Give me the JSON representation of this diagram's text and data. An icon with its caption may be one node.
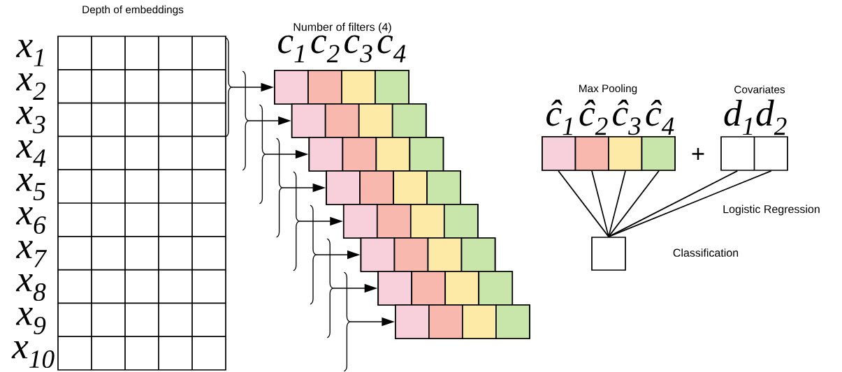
{
  "diagram": {
    "nodes": [
      {
        "text": [
          "Depth of embeddings"
        ],
        "beside": [
          "x$_{1}$",
          "x$_{2}$",
          "x$_{3}$",
          "x$_{4}$",
          "x$_{5}$",
          "x$_{6}$",
          "x$_{7}$",
          "x$_{8}$",
          "x$_{9}$",
          "x$_{10}$"
        ]
      },
      {
        "text": [],
        "shape": "box"
      },
      {
        "text": [],
        "shape": "box"
      },
      {
        "text": [],
        "shape": "box"
      },
      {
        "text": [],
        "shape": "box"
      },
      {
        "text": [],
        "shape": "box"
      },
      {
        "text": [],
        "shape": "box"
      },
      {
        "text": [],
        "shape": "box"
      },
      {
        "text": [],
        "shape": "box"
      },
      {
        "text": [
          "Max Pooling"
        ]
      },
      {
        "text": [
          "Covariates"
        ]
      },
      {
        "text": [],
        "shape": "box"
      }
    ],
    "edges": [
      {
        "from": 0,
        "to": 1,
        "arrow": "to"
      },
      {
        "from": null,
        "to": 2,
        "arrow": "to"
      },
      {
        "from": null,
        "to": 3,
        "arrow": "to"
      },
      {
        "from": null,
        "to": 4,
        "arrow": "to"
      },
      {
        "from": null,
        "to": 5,
        "arrow": "to"
      },
      {
        "from": null,
        "to": 6,
        "arrow": "to"
      },
      {
        "from": null,
        "to": 7,
        "arrow": "to"
      },
      {
        "from": null,
        "to": 8,
        "arrow": "to"
      },
      {
        "from": 9,
        "to": 11,
        "arrow": "none"
      },
      {
        "from": 9,
        "to": 11,
        "arrow": "none"
      },
      {
        "from": 9,
        "to": 11,
        "arrow": "none"
      },
      {
        "from": 9,
        "to": 11,
        "arrow": "none"
      },
      {
        "from": 10,
        "to": 11,
        "arrow": "none"
      },
      {
        "from": 10,
        "to": 11,
        "arrow": "none"
      }
    ],
    "labels": [
      "Number of filters (4)",
      "c$_{1}$",
      "c$_{2}$",
      "c$_{3}$",
      "c$_{4}$",
      "ĉ$_{1}$",
      "ĉ$_{2}$",
      "ĉ$_{3}$",
      "ĉ$_{4}$",
      "d$_{1}$",
      "d$_{2}$",
      "+",
      "Logistic Regression",
      "Classification"
    ]
  }
}
